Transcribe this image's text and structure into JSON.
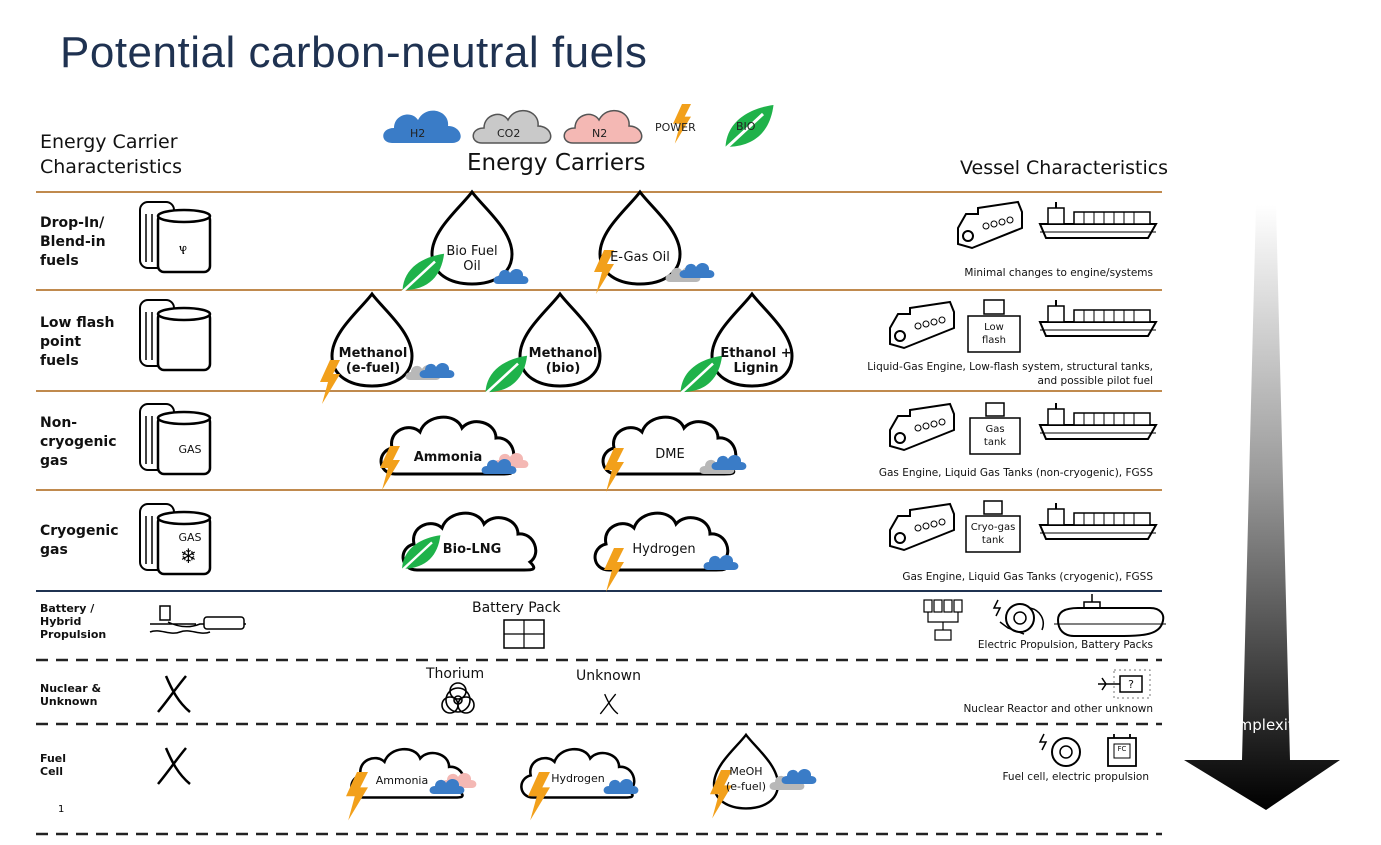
{
  "title": "Potential carbon-neutral fuels",
  "headers": {
    "left_line1": "Energy Carrier",
    "left_line2": "Characteristics",
    "center": "Energy Carriers",
    "right": "Vessel Characteristics"
  },
  "legend": [
    "H2",
    "CO2",
    "N2",
    "POWER",
    "BIO"
  ],
  "rows": [
    {
      "label": [
        "Drop-In/",
        "Blend-in",
        "fuels"
      ],
      "fuels": [
        [
          "Bio Fuel",
          "Oil"
        ],
        [
          "E-Gas Oil"
        ]
      ],
      "vessel": "Minimal changes to engine/systems"
    },
    {
      "label": [
        "Low flash",
        "point",
        "fuels"
      ],
      "fuels": [
        [
          "Methanol",
          "(e-fuel)"
        ],
        [
          "Methanol",
          "(bio)"
        ],
        [
          "Ethanol +",
          "Lignin"
        ]
      ],
      "box": [
        "Low",
        "flash"
      ],
      "vessel": [
        "Liquid-Gas Engine, Low-flash system, structural tanks,",
        "and possible pilot fuel"
      ]
    },
    {
      "label": [
        "Non-",
        "cryogenic",
        "gas"
      ],
      "tank": "GAS",
      "fuels": [
        [
          "Ammonia"
        ],
        [
          "DME"
        ]
      ],
      "box": [
        "Gas",
        "tank"
      ],
      "vessel": "Gas Engine, Liquid Gas Tanks (non-cryogenic), FGSS"
    },
    {
      "label": [
        "Cryogenic",
        "gas"
      ],
      "tank": "GAS",
      "fuels": [
        [
          "Bio-LNG"
        ],
        [
          "Hydrogen"
        ]
      ],
      "box": [
        "Cryo-gas",
        "tank"
      ],
      "vessel": "Gas Engine, Liquid Gas Tanks (cryogenic), FGSS"
    },
    {
      "label": [
        "Battery /",
        "Hybrid",
        "Propulsion"
      ],
      "carrier": "Battery Pack",
      "vessel": "Electric Propulsion, Battery Packs"
    },
    {
      "label": [
        "Nuclear &",
        "Unknown"
      ],
      "carriers": [
        "Thorium",
        "Unknown"
      ],
      "vessel": "Nuclear Reactor and other unknown"
    },
    {
      "label": [
        "Fuel",
        "Cell"
      ],
      "fuels": [
        [
          "Ammonia"
        ],
        [
          "Hydrogen"
        ],
        [
          "MeOH",
          "(e-fuel)"
        ]
      ],
      "vessel": "Fuel cell, electric propulsion",
      "fc_label": "FC"
    }
  ],
  "unknown_box": "?",
  "complexity": "Complexity",
  "page_number": "1",
  "colors": {
    "h2": "#3a7cc7",
    "co2": "#b8b8b8",
    "n2": "#f4b8b4",
    "power": "#f2a01b",
    "bio": "#1fb24a",
    "title": "#1f3251",
    "separator": "#c08a4e"
  }
}
